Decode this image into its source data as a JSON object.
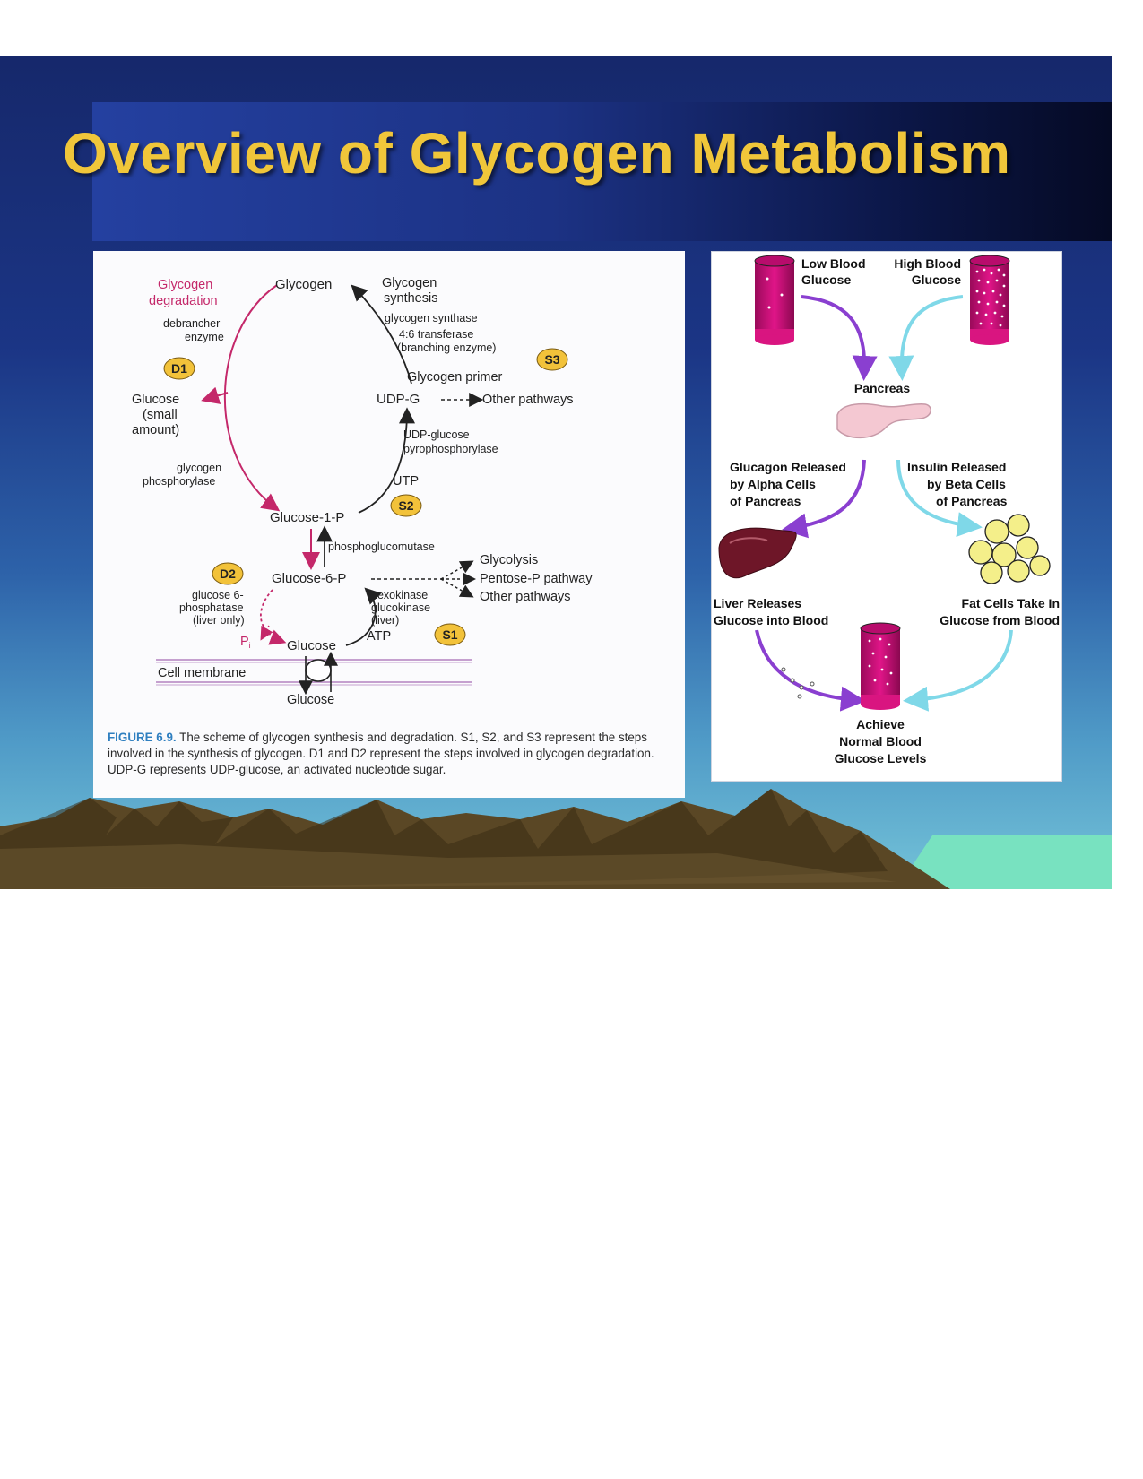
{
  "slide": {
    "title": "Overview of Glycogen Metabolism"
  },
  "left_figure": {
    "glycogen": "Glycogen",
    "degradation_label": [
      "Glycogen",
      "degradation"
    ],
    "synthesis_label": [
      "Glycogen",
      "synthesis"
    ],
    "debrancher": [
      "debrancher",
      "enzyme"
    ],
    "glucose_small": [
      "Glucose",
      "(small",
      "amount)"
    ],
    "phosphorylase": [
      "glycogen",
      "phosphorylase"
    ],
    "synthase": [
      "glycogen synthase",
      "4:6 transferase",
      "(branching enzyme)"
    ],
    "primer": "Glycogen primer",
    "udpg": "UDP-G",
    "udpg_other": "Other pathways",
    "pyrophosphorylase": [
      "UDP-glucose",
      "pyrophosphorylase"
    ],
    "utp": "UTP",
    "g1p": "Glucose-1-P",
    "phosphoglucomutase": "phosphoglucomutase",
    "g6p": "Glucose-6-P",
    "glycolysis": "Glycolysis",
    "pentose": "Pentose-P pathway",
    "g6p_other": "Other pathways",
    "g6pase": [
      "glucose 6-",
      "phosphatase",
      "(liver only)"
    ],
    "kinases": [
      "hexokinase",
      "glucokinase",
      "(liver)"
    ],
    "pi": "P",
    "pi_sub": "i",
    "atp": "ATP",
    "glucose_inside": "Glucose",
    "cell_membrane": "Cell membrane",
    "glucose_outside": "Glucose",
    "badges": {
      "d1": "D1",
      "d2": "D2",
      "s1": "S1",
      "s2": "S2",
      "s3": "S3"
    },
    "caption_label": "FIGURE 6.9.",
    "caption_text": " The scheme of glycogen synthesis and degradation. S1, S2, and S3 represent the steps involved in the synthesis of glycogen. D1 and D2 represent the steps involved in glycogen degradation. UDP-G represents UDP-glucose, an activated nucleotide sugar."
  },
  "right_figure": {
    "low_blood": [
      "Low Blood",
      "Glucose"
    ],
    "high_blood": [
      "High Blood",
      "Glucose"
    ],
    "pancreas": "Pancreas",
    "glucagon": [
      "Glucagon Released",
      "by Alpha Cells",
      "of Pancreas"
    ],
    "insulin": [
      "Insulin Released",
      "by Beta Cells",
      "of Pancreas"
    ],
    "liver": [
      "Liver Releases",
      "Glucose into Blood"
    ],
    "fat": [
      "Fat Cells Take In",
      "Glucose from Blood"
    ],
    "achieve": [
      "Achieve",
      "Normal Blood",
      "Glucose Levels"
    ]
  },
  "colors": {
    "title": "#f0c63a",
    "degradation": "#c4286a",
    "glucagon_arrow": "#8a3fd0",
    "insulin_arrow": "#7fd8e8",
    "tube": "#cc1278",
    "badge": "#f2c23a"
  }
}
